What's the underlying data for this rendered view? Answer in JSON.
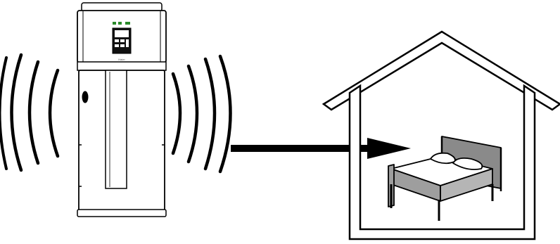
{
  "heater": {
    "brand": "Haier",
    "display_icon": "control-panel-icon",
    "body_color": "#ffffff",
    "outline_color": "#000000",
    "panel_color": "#111111",
    "indicator_color": "#2a8a2a"
  },
  "waves": {
    "left_count": 4,
    "right_count": 4,
    "icon": "sound-wave-icon",
    "color": "#000000"
  },
  "arrow": {
    "icon": "arrow-right-icon",
    "color": "#000000"
  },
  "house": {
    "icon": "house-outline-icon",
    "outline_color": "#000000",
    "fill_color": "#ffffff"
  },
  "bed": {
    "icon": "double-bed-icon",
    "frame_color": "#9e9e9e",
    "sheet_color": "#ffffff",
    "headboard_color": "#8a8a8a"
  }
}
